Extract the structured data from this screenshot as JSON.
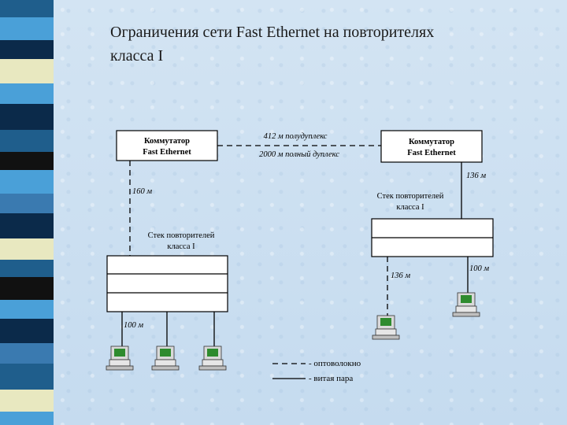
{
  "title": "Ограничения сети Fast Ethernet на повторителях класса I",
  "switch_left": {
    "line1": "Коммутатор",
    "line2": "Fast Ethernet"
  },
  "switch_right": {
    "line1": "Коммутатор",
    "line2": "Fast Ethernet"
  },
  "link_half_duplex": "412 м  полудуплекс",
  "link_full_duplex": "2000 м  полный дуплекс",
  "left_uplink_length": "160 м",
  "right_uplink_length": "136 м",
  "left_stack_label": {
    "line1": "Стек повторителей",
    "line2": "класса I"
  },
  "right_stack_label": {
    "line1": "Стек повторителей",
    "line2": "класса I"
  },
  "left_pc_length": "100 м",
  "right_pc1_length": "136 м",
  "right_pc2_length": "100 м",
  "legend": {
    "fiber": "- оптоволокно",
    "twisted_pair": "- витая пара"
  },
  "colors": {
    "fiber_line": "#000000",
    "twisted_pair_line": "#000000",
    "computer_screen": "#2e8b2e",
    "stripe_palette": [
      "#1f5e8c",
      "#4aa0d8",
      "#0b2a4a",
      "#e8e8c0",
      "#111111",
      "#3a7ab0"
    ]
  }
}
